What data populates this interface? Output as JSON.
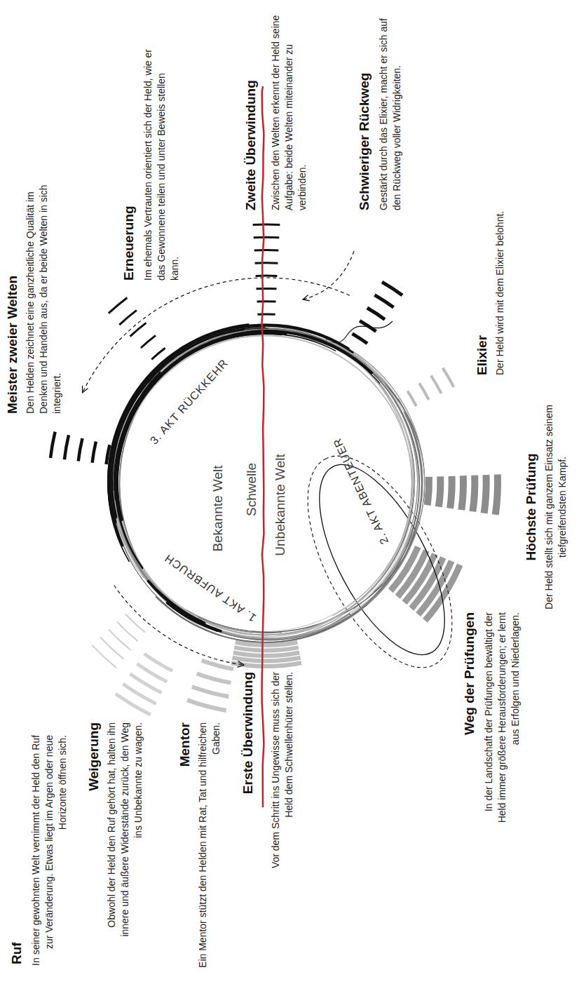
{
  "diagram": {
    "nodes": [
      {
        "text": [
          "1. AKT AUFBRUCH",
          "2. AKT ABENTEUER",
          "3. AKT RÜCKKEHR",
          "Bekannte Welt",
          "Schwelle",
          "Unbekannte Welt"
        ]
      }
    ],
    "labels": [
      "Ruf",
      "In seiner gewohnten Welt vernimmt der Held den Ruf zur Veränderung. Etwas liegt im Argen oder neue Horizonte öffnen sich.",
      "Weigerung",
      "Obwohl der Held den Ruf gehört hat, halten ihn innere und äußere Widerstände zurück, den Weg ins Unbekannte zu wagen.",
      "Mentor",
      "Ein Mentor stützt den Helden mit Rat, Tat und hilfreichen Gaben.",
      "Erste Überwindung",
      "Vor dem Schritt ins Ungewisse muss sich der Held dem Schwellenhüter stellen.",
      "Weg der Prüfungen",
      "In der Landschaft der Prüfungen bewältigt der Held immer größere Herausforderungen; er lernt aus Erfolgen und Niederlagen.",
      "Höchste Prüfung",
      "Der Held stellt sich mit ganzem Einsatz seinem tiefgreifendsten Kampf.",
      "Elixier",
      "Der Held wird mit dem Elixier belohnt.",
      "Schwieriger Rückweg",
      "Gestärkt durch das Elixier, macht er sich auf den Rückweg voller Widrigkeiten.",
      "Zweite Überwindung",
      "Zwischen den Welten erkennt der Held seine Aufgabe: beide Welten miteinander zu verbinden.",
      "Erneuerung",
      "Im ehemals Vertrauten orientiert sich der Held, wie er das Gewonnene teilen und unter Beweis stellen kann.",
      "Meister zweier Welten",
      "Den Helden zeichnet eine ganzheitliche Qualität im Denken und Handeln aus, da er beide Welten in sich integriert."
    ]
  }
}
